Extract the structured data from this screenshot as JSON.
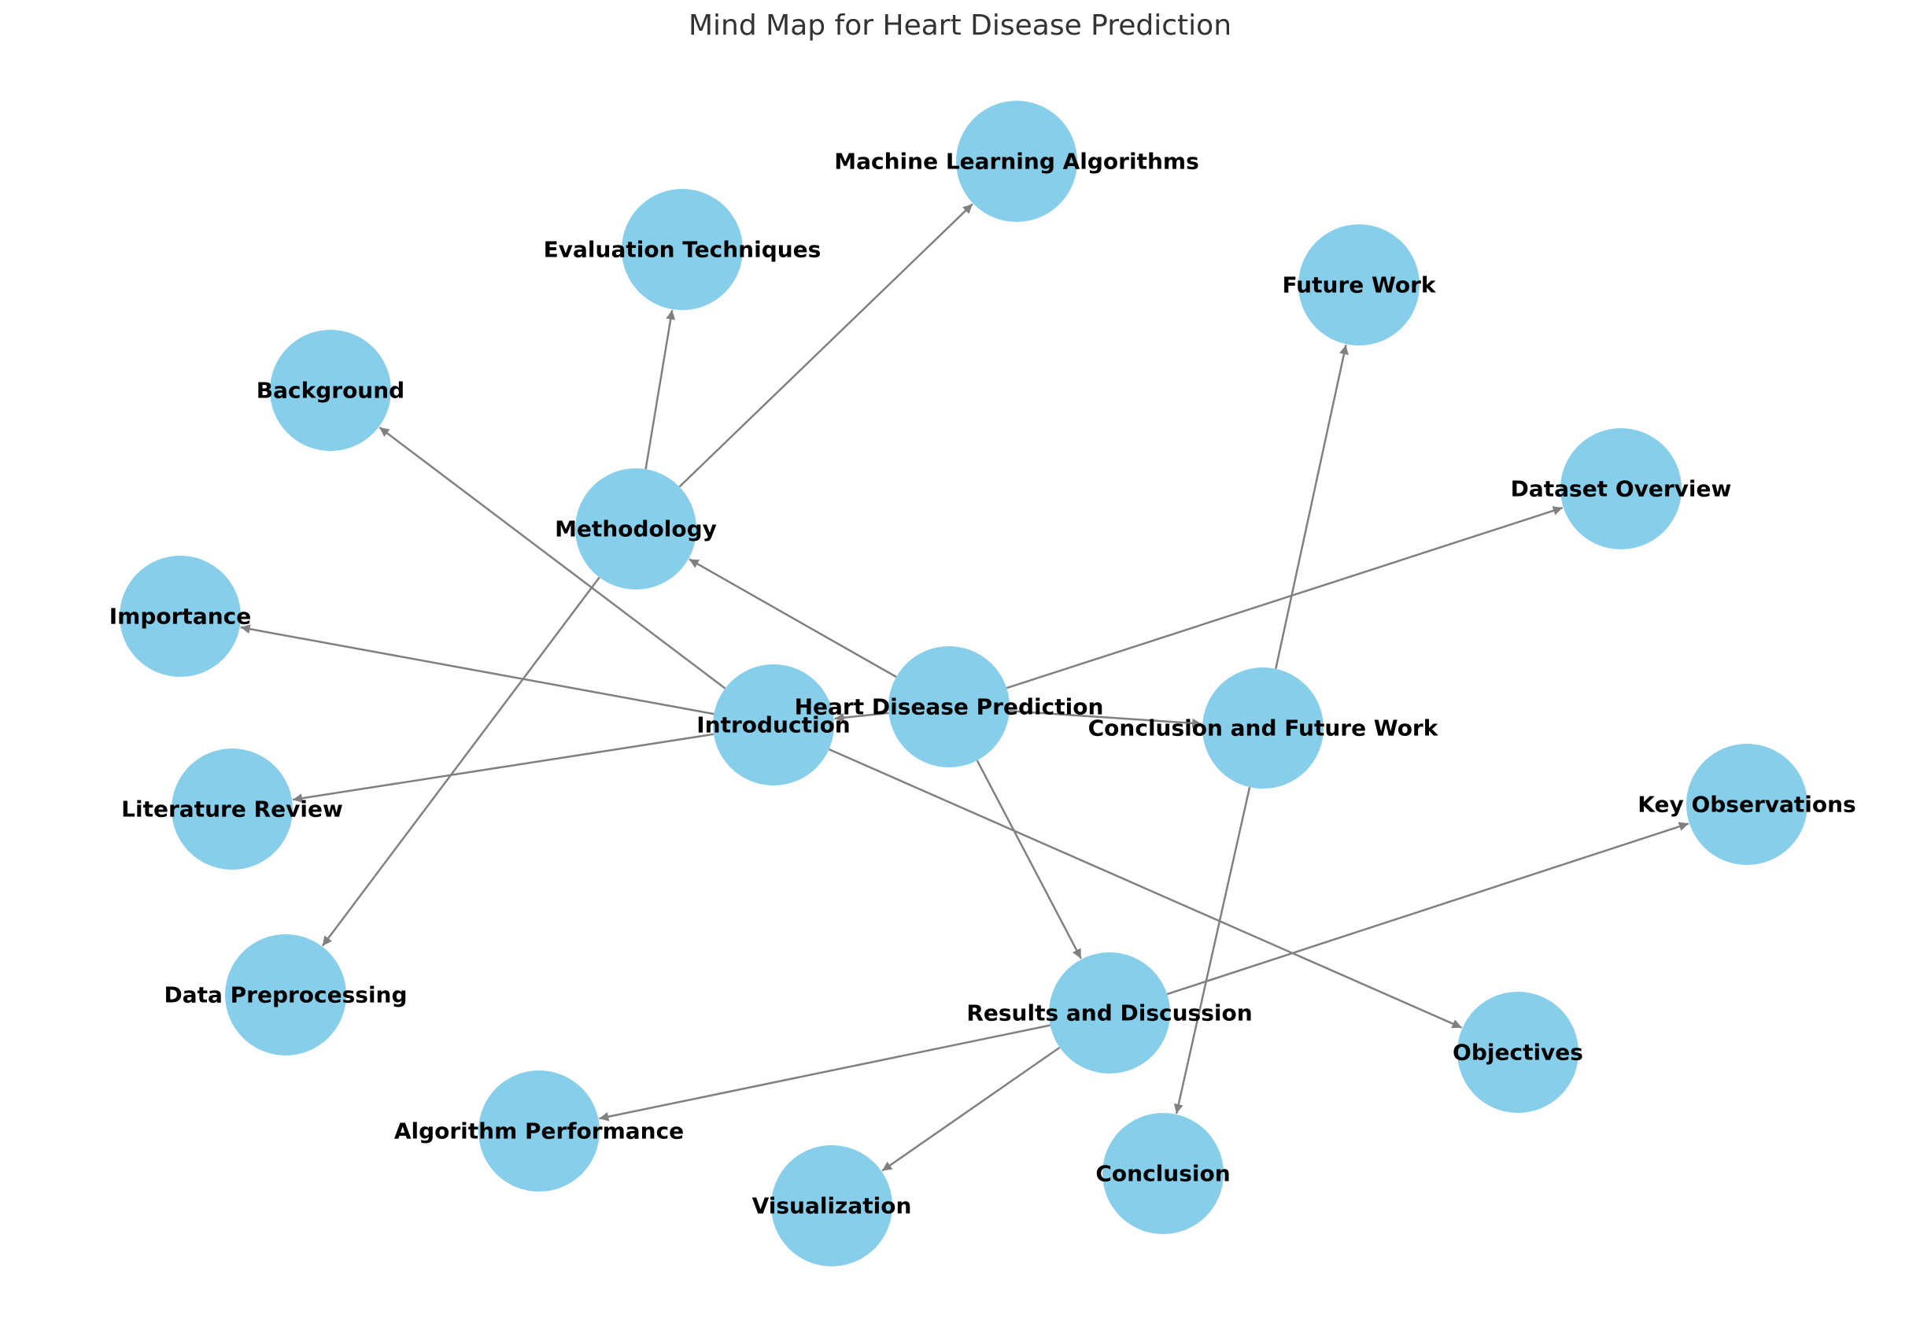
{
  "title": "Mind Map for Heart Disease Prediction",
  "colors": {
    "node_fill": "#87CEEB",
    "edge": "#808080",
    "label": "#000000",
    "title": "#333333"
  },
  "nodes": [
    {
      "id": "root",
      "label": "Heart Disease Prediction"
    },
    {
      "id": "intro",
      "label": "Introduction"
    },
    {
      "id": "method",
      "label": "Methodology"
    },
    {
      "id": "results",
      "label": "Results and Discussion"
    },
    {
      "id": "concl_fw",
      "label": "Conclusion and Future Work"
    },
    {
      "id": "background",
      "label": "Background"
    },
    {
      "id": "importance",
      "label": "Importance"
    },
    {
      "id": "litreview",
      "label": "Literature Review"
    },
    {
      "id": "objectives",
      "label": "Objectives"
    },
    {
      "id": "dataset",
      "label": "Dataset Overview"
    },
    {
      "id": "mlalgo",
      "label": "Machine Learning Algorithms"
    },
    {
      "id": "evaltech",
      "label": "Evaluation Techniques"
    },
    {
      "id": "preproc",
      "label": "Data Preprocessing"
    },
    {
      "id": "keyobs",
      "label": "Key Observations"
    },
    {
      "id": "algperf",
      "label": "Algorithm Performance"
    },
    {
      "id": "visual",
      "label": "Visualization"
    },
    {
      "id": "futurework",
      "label": "Future Work"
    },
    {
      "id": "conclusion",
      "label": "Conclusion"
    }
  ],
  "edges": [
    {
      "from": "root",
      "to": "intro"
    },
    {
      "from": "root",
      "to": "method"
    },
    {
      "from": "root",
      "to": "results"
    },
    {
      "from": "root",
      "to": "concl_fw"
    },
    {
      "from": "root",
      "to": "dataset"
    },
    {
      "from": "intro",
      "to": "background"
    },
    {
      "from": "intro",
      "to": "importance"
    },
    {
      "from": "intro",
      "to": "litreview"
    },
    {
      "from": "intro",
      "to": "objectives"
    },
    {
      "from": "method",
      "to": "mlalgo"
    },
    {
      "from": "method",
      "to": "evaltech"
    },
    {
      "from": "method",
      "to": "preproc"
    },
    {
      "from": "results",
      "to": "keyobs"
    },
    {
      "from": "results",
      "to": "algperf"
    },
    {
      "from": "results",
      "to": "visual"
    },
    {
      "from": "concl_fw",
      "to": "futurework"
    },
    {
      "from": "concl_fw",
      "to": "conclusion"
    }
  ]
}
